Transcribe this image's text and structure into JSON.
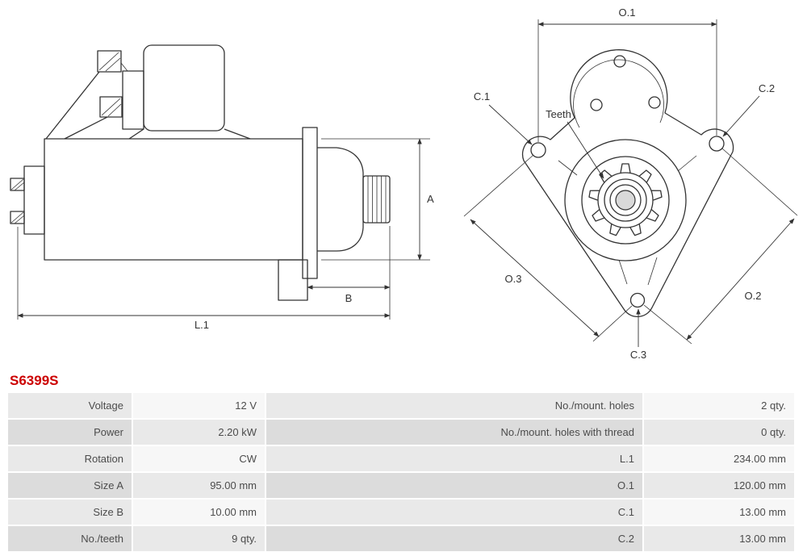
{
  "part_number": "S6399S",
  "diagram": {
    "side_view_labels": {
      "a": "A",
      "b": "B",
      "l1": "L.1"
    },
    "front_view_labels": {
      "o1": "O.1",
      "o2": "O.2",
      "o3": "O.3",
      "c1": "C.1",
      "c2": "C.2",
      "c3": "C.3",
      "teeth": "Teeth"
    }
  },
  "specs": {
    "rows": [
      {
        "label_left": "Voltage",
        "value_left": "12 V",
        "label_right": "No./mount. holes",
        "value_right": "2 qty."
      },
      {
        "label_left": "Power",
        "value_left": "2.20 kW",
        "label_right": "No./mount. holes with thread",
        "value_right": "0 qty."
      },
      {
        "label_left": "Rotation",
        "value_left": "CW",
        "label_right": "L.1",
        "value_right": "234.00 mm"
      },
      {
        "label_left": "Size A",
        "value_left": "95.00 mm",
        "label_right": "O.1",
        "value_right": "120.00 mm"
      },
      {
        "label_left": "Size B",
        "value_left": "10.00 mm",
        "label_right": "C.1",
        "value_right": "13.00 mm"
      },
      {
        "label_left": "No./teeth",
        "value_left": "9 qty.",
        "label_right": "C.2",
        "value_right": "13.00 mm"
      }
    ]
  },
  "colors": {
    "part_number": "#cc0000",
    "drawing_line": "#333333",
    "table_text": "#4c4c4c",
    "row_label_odd": "#e9e9e9",
    "row_value_odd": "#f7f7f7",
    "row_label_even": "#dcdcdc",
    "row_value_even": "#e9e9e9"
  }
}
